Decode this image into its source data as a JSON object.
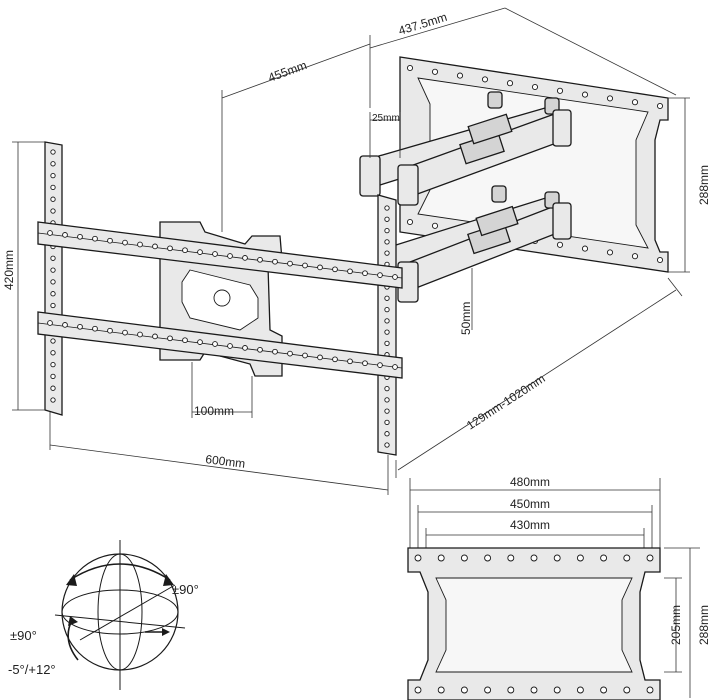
{
  "dimensions": {
    "plate_depth": "455mm",
    "plate_width": "437.5mm",
    "arm_offset": "25mm",
    "plate_height": "288mm",
    "bracket_height": "420mm",
    "vesa_center": "100mm",
    "arm_gap": "50mm",
    "bracket_width": "600mm",
    "extension_range": "129mm-1020mm"
  },
  "plate_detail": {
    "width_outer": "480mm",
    "width_mid": "450mm",
    "width_inner": "430mm",
    "height_inner": "205mm",
    "height_outer": "288mm"
  },
  "tilt_swivel": {
    "swivel_right": "±90°",
    "swivel_left": "±90°",
    "tilt": "-5°/+12°"
  }
}
